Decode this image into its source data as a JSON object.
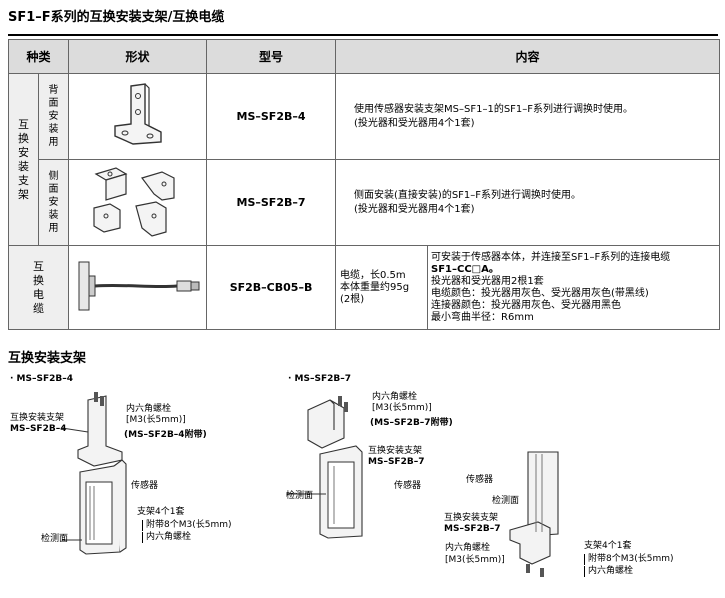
{
  "page_title": "SF1–F系列的互换安装支架/互换电缆",
  "table": {
    "headers": [
      "种类",
      "形状",
      "型号",
      "内容"
    ],
    "category_bracket": "互换安装支架",
    "category_cable": "互换电缆",
    "rows": [
      {
        "sub": "背面安装用",
        "model": "MS–SF2B–4",
        "content": [
          "使用传感器安装支架MS–SF1–1的SF1–F系列进行调换时使用。",
          "(投光器和受光器用4个1套)"
        ]
      },
      {
        "sub": "侧面安装用",
        "model": "MS–SF2B–7",
        "content": [
          "侧面安装(直接安装)的SF1–F系列进行调换时使用。",
          "(投光器和受光器用4个1套)"
        ]
      }
    ],
    "cable": {
      "model": "SF2B–CB05–B",
      "spec": [
        "电缆，长0.5m",
        "本体重量约95g",
        "(2根)"
      ],
      "content": [
        "可安装于传感器本体，并连接至SF1–F系列的连接电缆",
        "SF1–CC□A。",
        "投光器和受光器用2根1套",
        "电缆颜色：投光器用灰色、受光器用灰色(带黑线)",
        "连接器颜色：投光器用灰色、受光器用黑色",
        "最小弯曲半径：R6mm"
      ]
    }
  },
  "section": {
    "title": "互换安装支架",
    "left": {
      "heading": "· MS–SF2B–4",
      "bracket": [
        "互换安装支架",
        "MS–SF2B–4"
      ],
      "bolt": [
        "内六角螺栓",
        "[M3(长5mm)]",
        "(MS–SF2B–4附带)"
      ],
      "sensor": "传感器",
      "face": "检测面",
      "kit": [
        "支架4个1套",
        "附带8个M3(长5mm)",
        "内六角螺栓"
      ]
    },
    "mid": {
      "heading": "· MS–SF2B–7",
      "bolt": [
        "内六角螺栓",
        "[M3(长5mm)]",
        "(MS–SF2B–7附带)"
      ],
      "bracket": [
        "互换安装支架",
        "MS–SF2B–7"
      ],
      "sensor": "传感器",
      "face": "检测面"
    },
    "right": {
      "sensor": "传感器",
      "face": "检测面",
      "bracket": [
        "互换安装支架",
        "MS–SF2B–7"
      ],
      "bolt": [
        "内六角螺栓",
        "[M3(长5mm)]"
      ],
      "kit": [
        "支架4个1套",
        "附带8个M3(长5mm)",
        "内六角螺栓"
      ]
    }
  }
}
